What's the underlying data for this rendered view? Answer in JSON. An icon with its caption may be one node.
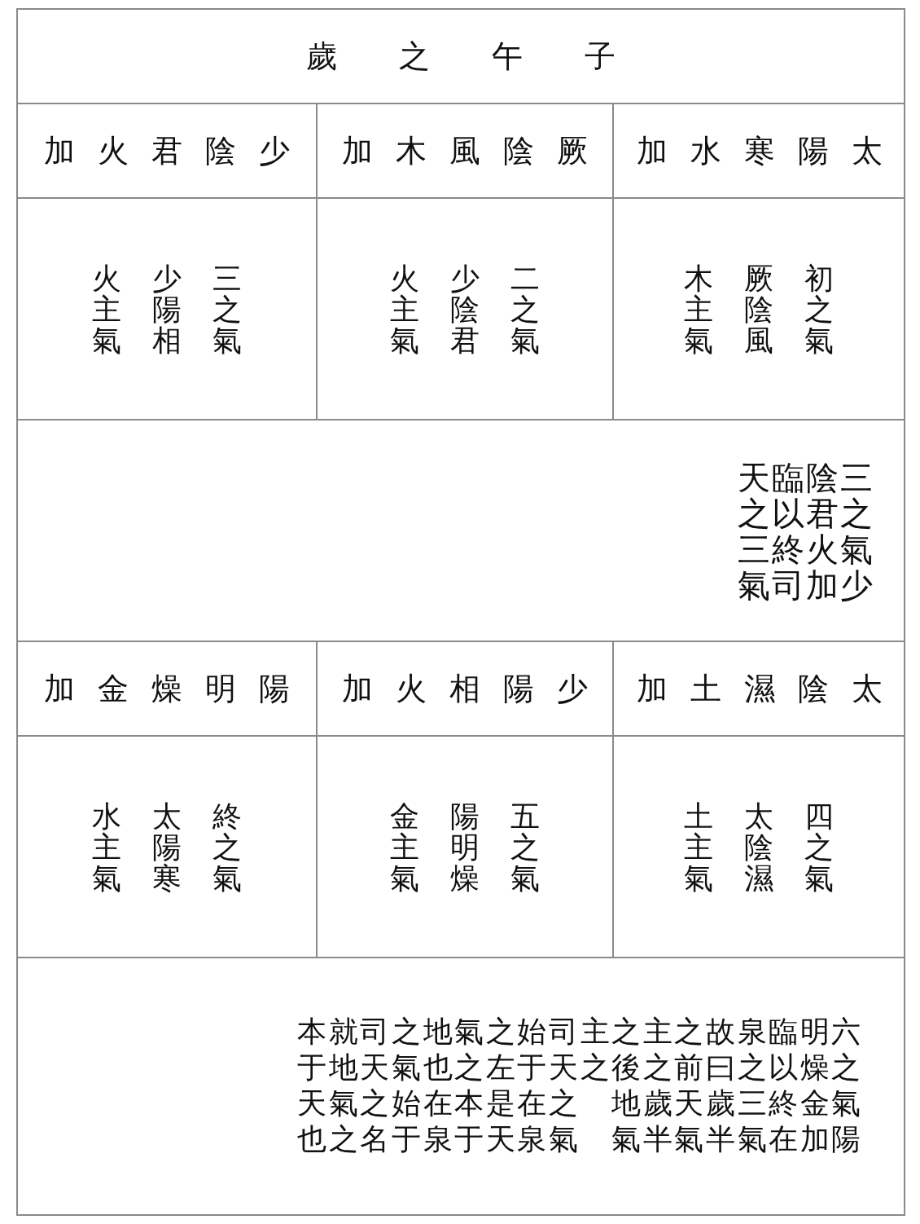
{
  "diagram": {
    "nodes": [
      {
        "text": [
          "歲之午子"
        ]
      },
      {
        "text": [
          "加火君陰少"
        ]
      },
      {
        "text": [
          "加木風陰厥"
        ]
      },
      {
        "text": [
          "加水寒陽太"
        ]
      },
      {
        "text": [
          "火少三主陽之氣相氣"
        ]
      },
      {
        "text": [
          "火少二主陰之氣君氣"
        ]
      },
      {
        "text": [
          "木厥初主陰之氣風氣"
        ]
      },
      {
        "text": [
          "天臨陰三之以君之三終火氣氣司加少"
        ]
      },
      {
        "text": [
          "加金燥明陽"
        ]
      },
      {
        "text": [
          "加火相陽少"
        ]
      },
      {
        "text": [
          "加土濕陰太"
        ]
      },
      {
        "text": [
          "水太終主陽之氣寒氣"
        ]
      },
      {
        "text": [
          "金陽五主明之氣燥氣"
        ]
      },
      {
        "text": [
          "土太四主陰之氣濕氣"
        ]
      },
      {
        "text": [
          "本就司之地氣之始司主之主之故泉臨明六于地天氣也之左于天之後之前曰之以燥之天氣之始在本是在之　地歲天歲三終金氣也之名于泉于天泉氣　氣半氣半氣在加陽"
        ]
      }
    ]
  }
}
